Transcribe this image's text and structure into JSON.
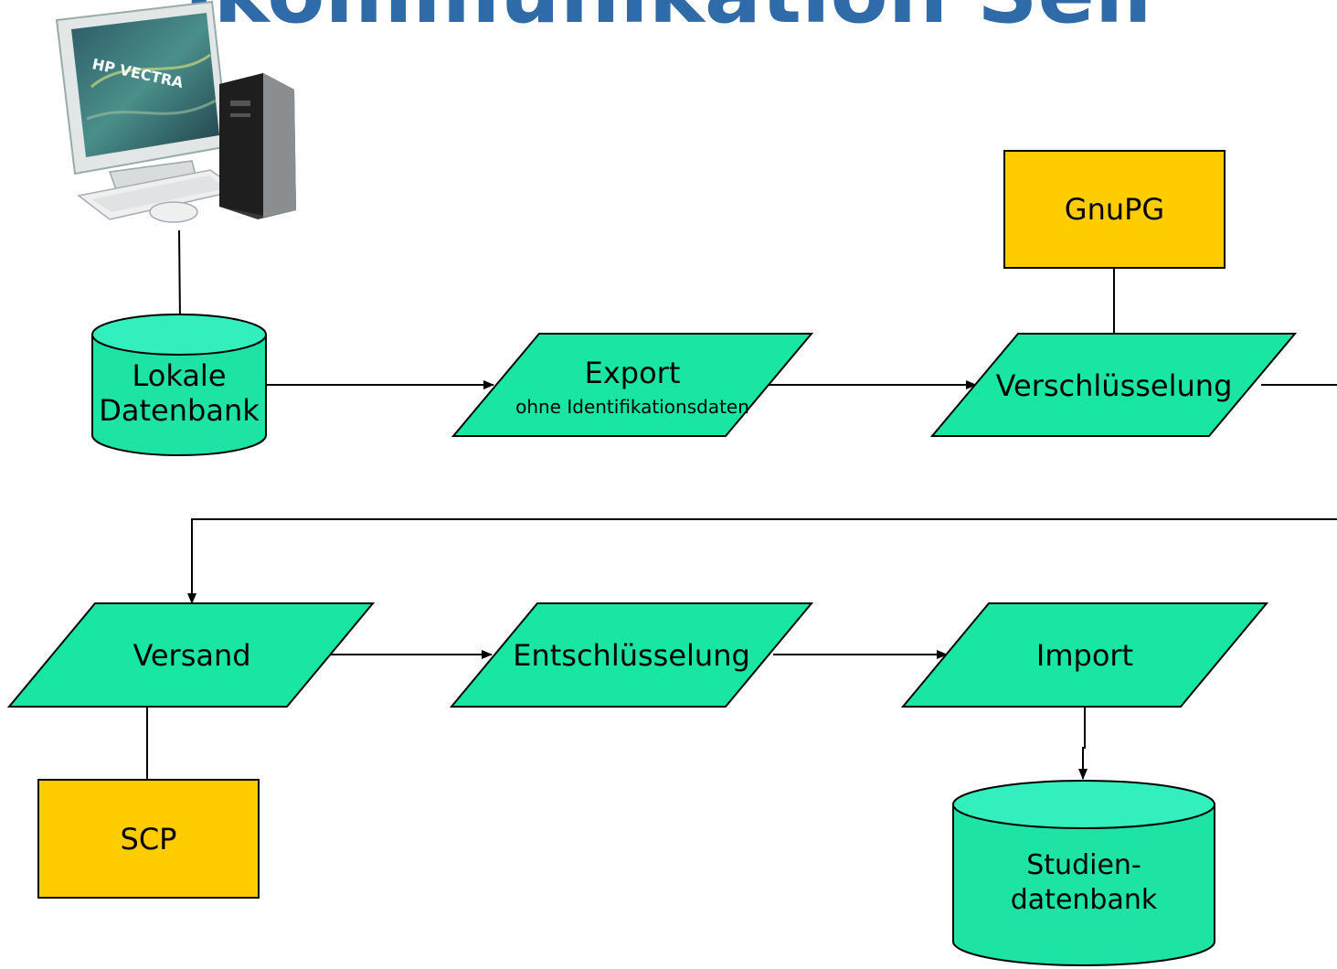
{
  "title": "ikommunikation Seil",
  "nodes": {
    "computer": {
      "label": ""
    },
    "lokale_db": {
      "label": "Lokale\nDatenbank"
    },
    "export": {
      "label": "Export",
      "sublabel": "ohne Identifikationsdaten"
    },
    "gnupg": {
      "label": "GnuPG"
    },
    "verschluesselung": {
      "label": "Verschlüsselung"
    },
    "versand": {
      "label": "Versand"
    },
    "scp": {
      "label": "SCP"
    },
    "entschluesselung": {
      "label": "Entschlüsselung"
    },
    "import": {
      "label": "Import"
    },
    "studien_db": {
      "label": "Studien-\ndatenbank"
    }
  },
  "computer_brand_text": "HP VECTRA",
  "colors": {
    "process_fill": "#19e6a3",
    "database_fill": "#1de3a5",
    "database_top": "#33efbd",
    "tool_fill": "#ffcc00",
    "title": "#2e6ba8",
    "stroke": "#000000"
  }
}
